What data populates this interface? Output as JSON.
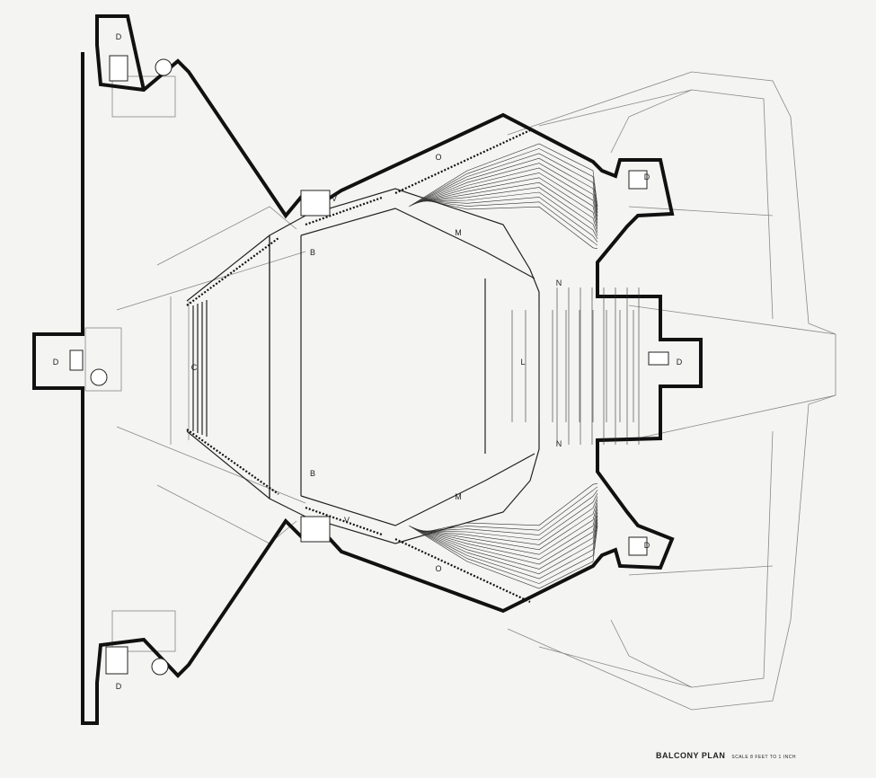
{
  "title": "BALCONY PLAN",
  "scale_note": "SCALE 8 FEET TO 1 INCH",
  "room_labels": {
    "d": "D",
    "b": "B",
    "c": "C",
    "v": "V",
    "m": "M",
    "o": "O",
    "l": "L",
    "n": "N"
  },
  "colors": {
    "ink": "#111111",
    "paper": "#f4f4f2",
    "thin": "#777777"
  }
}
